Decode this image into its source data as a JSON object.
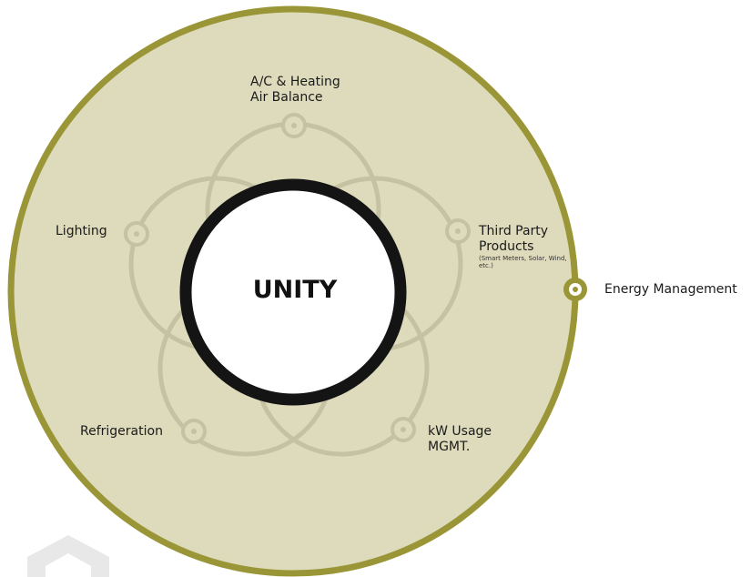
{
  "colors": {
    "outer_fill": "#dddbbb",
    "outer_stroke": "#9a9637",
    "petal_stroke": "#c5c2a3",
    "node_fill": "#dddbbb",
    "center_ring": "#141414",
    "center_fill": "#ffffff"
  },
  "center": {
    "label": "UNITY"
  },
  "nodes": [
    {
      "id": "ac",
      "line1": "A/C & Heating",
      "line2": "Air Balance",
      "sub": ""
    },
    {
      "id": "third",
      "line1": "Third Party",
      "line2": "Products",
      "sub": "(Smart Meters, Solar, Wind, etc.)"
    },
    {
      "id": "kw",
      "line1": "kW Usage",
      "line2": "MGMT.",
      "sub": ""
    },
    {
      "id": "refrig",
      "line1": "Refrigeration",
      "line2": "",
      "sub": ""
    },
    {
      "id": "lighting",
      "line1": "Lighting",
      "line2": "",
      "sub": ""
    }
  ],
  "outer_node": {
    "label": "Energy Management"
  }
}
